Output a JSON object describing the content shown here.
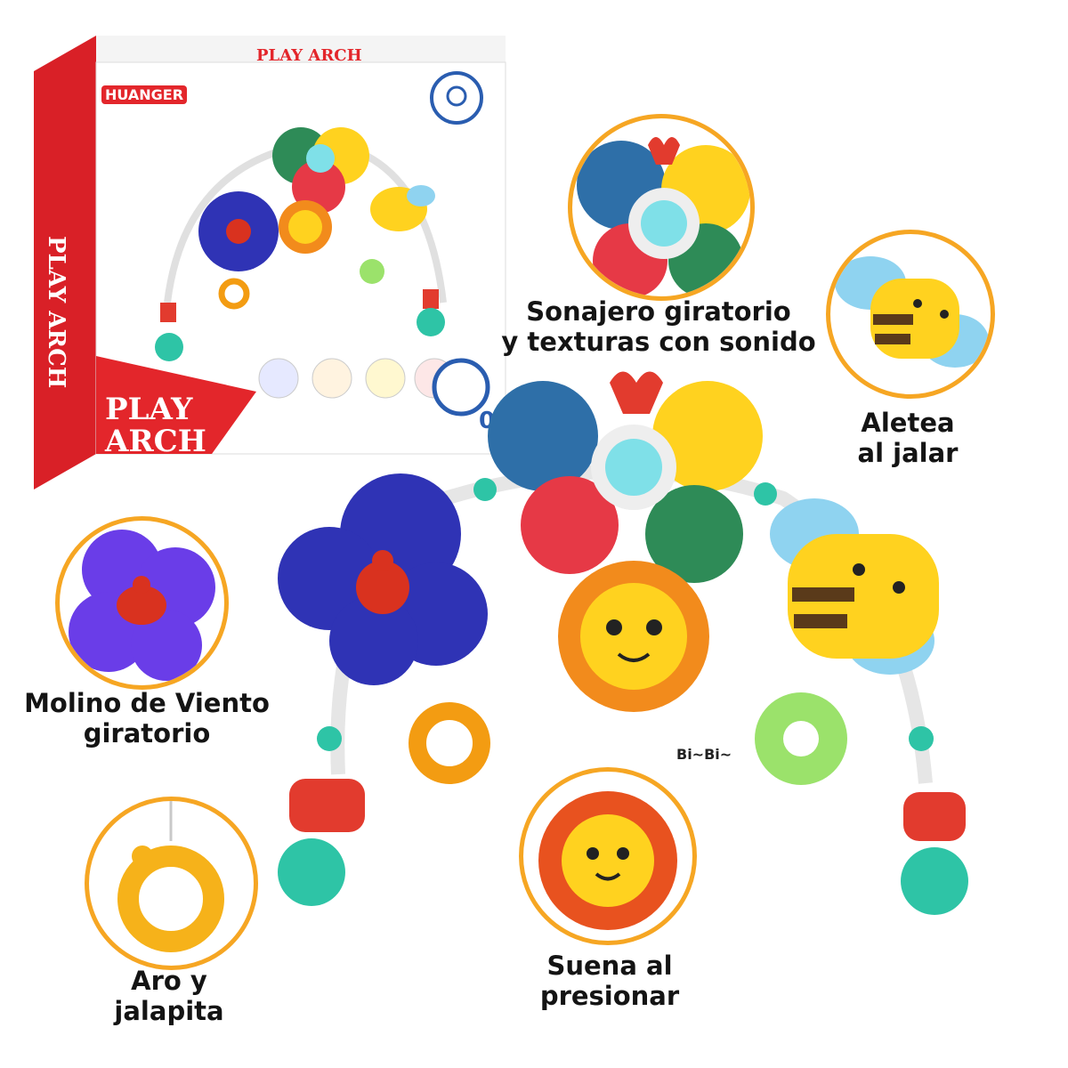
{
  "box": {
    "brand": "HUANGER",
    "top_title": "PLAY ARCH",
    "side_title": "PLAY ARCH",
    "front_title_line1": "PLAY",
    "front_title_line2": "ARCH",
    "age_badge": "0+"
  },
  "callouts": {
    "rattle_line1": "Sonajero giratorio",
    "rattle_line2": "y texturas con sonido",
    "bee_line1": "Aletea",
    "bee_line2": "al jalar",
    "windmill_line1": "Molino de Viento",
    "windmill_line2": "giratorio",
    "ring_line1": "Aro y",
    "ring_line2": "jalapita",
    "sun_line1": "Suena al",
    "sun_line2": "presionar",
    "sound_effect": "Bi~Bi~"
  },
  "colors": {
    "box_red": "#e3262b",
    "ring_orange": "#f6a623",
    "windmill_blue": "#2f33b5",
    "bee_yellow": "#ffd21f",
    "teal_bead": "#2ec4a6"
  }
}
